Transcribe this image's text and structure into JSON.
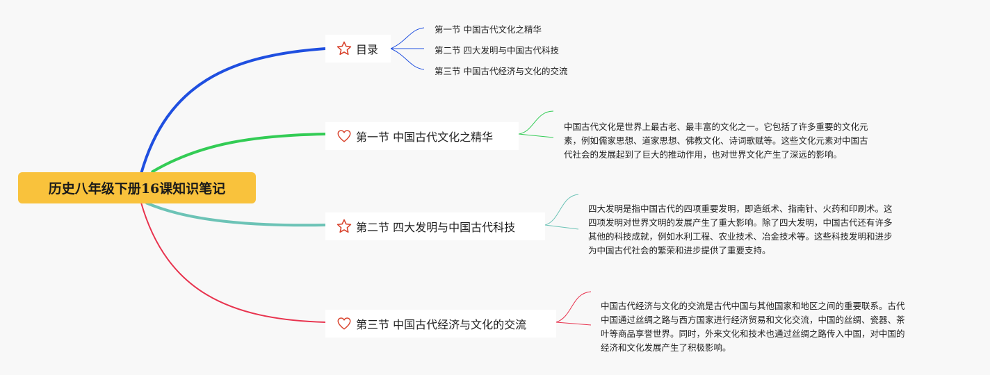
{
  "root": {
    "title": "历史八年级下册16课知识笔记"
  },
  "topics": [
    {
      "title": "目录",
      "icon": "star-icon",
      "color": "#1f4fe0",
      "children": [
        "第一节 中国古代文化之精华",
        "第二节 四大发明与中国古代科技",
        "第三节 中国古代经济与文化的交流"
      ]
    },
    {
      "title": "第一节 中国古代文化之精华",
      "icon": "heart-icon",
      "color": "#33cc55",
      "note_lines": [
        "中国古代文化是世界上最古老、最丰富的文化之一。它包括了许多重要的文化元",
        "素，例如儒家思想、道家思想、佛教文化、诗词歌赋等。这些文化元素对中国古",
        "代社会的发展起到了巨大的推动作用，也对世界文化产生了深远的影响。"
      ]
    },
    {
      "title": "第二节 四大发明与中国古代科技",
      "icon": "star-icon",
      "color": "#6cc3b6",
      "note_lines": [
        "四大发明是指中国古代的四项重要发明，即造纸术、指南针、火药和印刷术。这",
        "四项发明对世界文明的发展产生了重大影响。除了四大发明，中国古代还有许多",
        "其他的科技成就，例如水利工程、农业技术、冶金技术等。这些科技发明和进步",
        "为中国古代社会的繁荣和进步提供了重要支持。"
      ]
    },
    {
      "title": "第三节 中国古代经济与文化的交流",
      "icon": "heart-icon",
      "color": "#e8334e",
      "note_lines": [
        "中国古代经济与文化的交流是古代中国与其他国家和地区之间的重要联系。古代",
        "中国通过丝绸之路与西方国家进行经济贸易和文化交流，中国的丝绸、瓷器、茶",
        "叶等商品享誉世界。同时，外来文化和技术也通过丝绸之路传入中国，对中国的",
        "经济和文化发展产生了积极影响。"
      ]
    }
  ]
}
